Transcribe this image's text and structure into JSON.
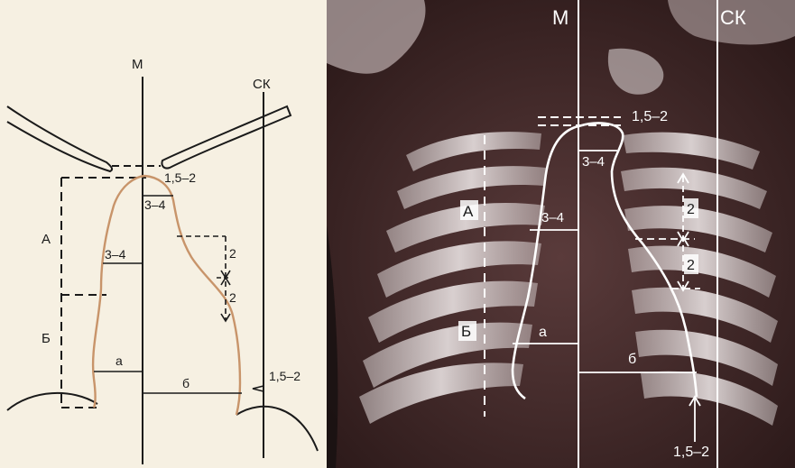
{
  "drawing": {
    "axis_m": "М",
    "axis_sk": "СК",
    "label_top": "1,5–2",
    "label_thymus": "3–4",
    "label_a_region": "А",
    "label_mid": "3–4",
    "label_b_region": "Б",
    "label_2_upper": "2",
    "label_2_lower": "2",
    "label_a_width": "а",
    "label_b_width": "б",
    "label_bottom": "1,5–2",
    "colors": {
      "paper": "#f6f0e2",
      "ink": "#1a1a1a",
      "contour": "#c8946a"
    }
  },
  "xray": {
    "axis_m": "М",
    "axis_sk": "СК",
    "label_top": "1,5–2",
    "label_thymus": "3–4",
    "label_a_region": "А",
    "label_mid": "3–4",
    "label_b_region": "Б",
    "label_2_upper": "2",
    "label_2_lower": "2",
    "label_a_width": "а",
    "label_b_width": "б",
    "label_bottom": "1,5–2",
    "colors": {
      "film": "#3d2626",
      "line": "#ffffff"
    }
  }
}
